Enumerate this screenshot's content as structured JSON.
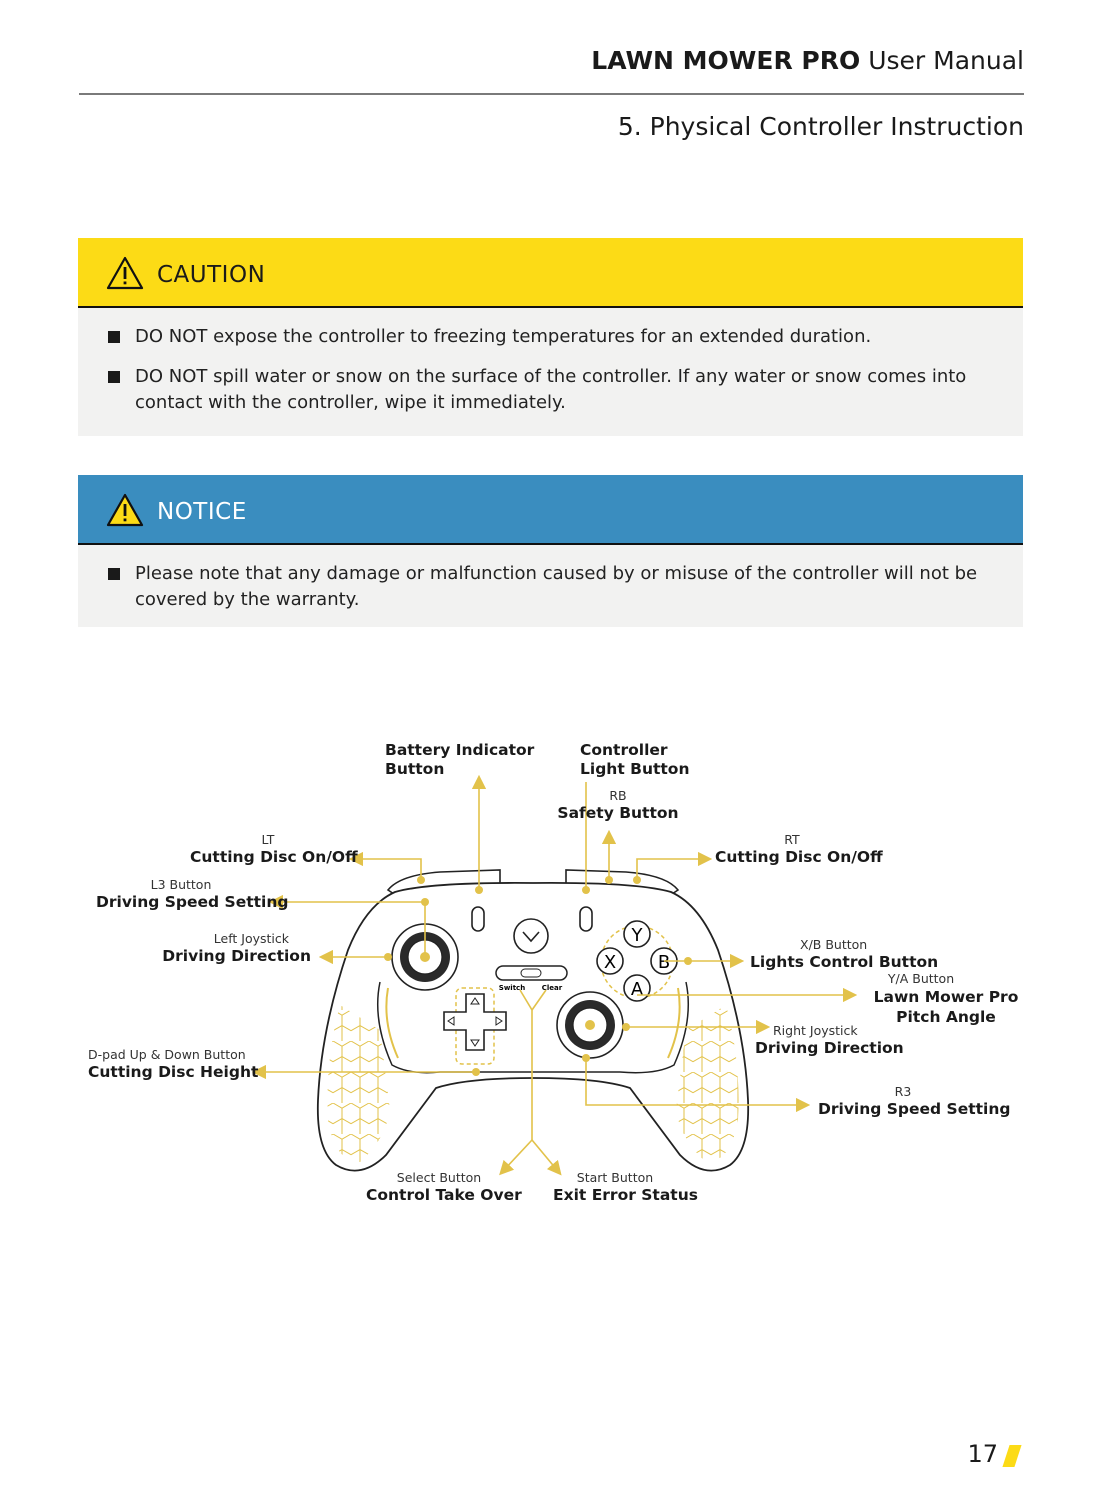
{
  "header": {
    "brand": "LAWN MOWER PRO",
    "doc_title": "User Manual"
  },
  "section_title": "5. Physical Controller Instruction",
  "caution": {
    "label": "CAUTION",
    "items": [
      "DO NOT expose the controller to freezing temperatures for an extended duration.",
      "DO NOT spill water or snow on the surface of the controller. If any water or snow comes into contact with the controller, wipe it immediately."
    ]
  },
  "notice": {
    "label": "NOTICE",
    "items": [
      "Please note that any damage or malfunction caused by or misuse of the controller will not be covered by the warranty."
    ]
  },
  "diagram": {
    "controller_labels": {
      "switch": "Switch",
      "clear": "Clear"
    },
    "callouts": {
      "battery": {
        "main": "Battery Indicator Button"
      },
      "light": {
        "main": "Controller Light Button"
      },
      "rb": {
        "sub": "RB",
        "main": "Safety Button"
      },
      "lt": {
        "sub": "LT",
        "main": "Cutting Disc On/Off"
      },
      "rt": {
        "sub": "RT",
        "main": "Cutting Disc On/Off"
      },
      "l3": {
        "sub": "L3 Button",
        "main": "Driving Speed Setting"
      },
      "left_joystick": {
        "sub": "Left Joystick",
        "main": "Driving Direction"
      },
      "xb": {
        "sub": "X/B Button",
        "main": "Lights Control Button"
      },
      "ya": {
        "sub": "Y/A Button",
        "main": "Lawn Mower Pro Pitch Angle"
      },
      "right_joystick": {
        "sub": "Right Joystick",
        "main": "Driving Direction"
      },
      "dpad": {
        "sub": "D-pad Up & Down Button",
        "main": "Cutting Disc Height"
      },
      "r3": {
        "sub": "R3",
        "main": "Driving Speed Setting"
      },
      "select": {
        "sub": "Select Button",
        "main": "Control Take Over"
      },
      "start": {
        "sub": "Start Button",
        "main": "Exit Error Status"
      }
    },
    "face_buttons": {
      "y": "Y",
      "x": "X",
      "b": "B",
      "a": "A"
    }
  },
  "page_number": "17",
  "colors": {
    "caution": "#fcdb16",
    "notice": "#3a8dbf",
    "accent": "#e2c24a"
  }
}
